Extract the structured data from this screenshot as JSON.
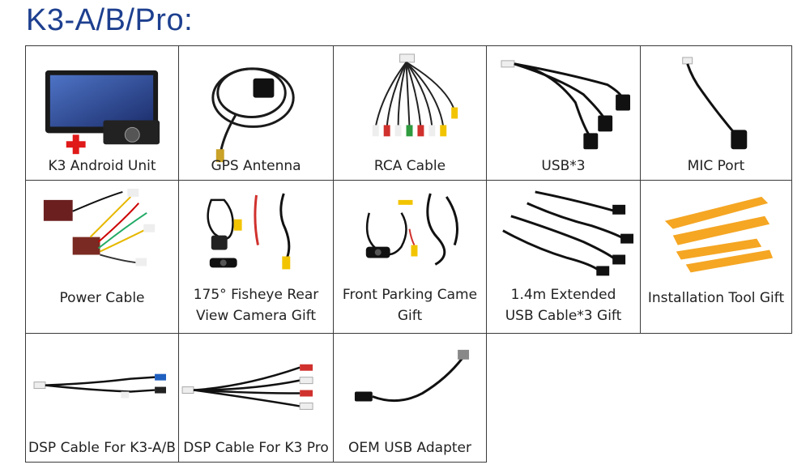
{
  "title": "K3-A/B/Pro:",
  "colors": {
    "title": "#1d3f8f",
    "border": "#3a3a3a",
    "tool": "#f5a623",
    "plug_red": "#d0312d",
    "plug_yellow": "#f2c400",
    "plug_blue": "#1f5fbf"
  },
  "items": [
    {
      "label": "K3 Android Unit",
      "icon": "head-unit-image"
    },
    {
      "label": "GPS Antenna",
      "icon": "gps-antenna-image"
    },
    {
      "label": "RCA Cable",
      "icon": "rca-cable-image"
    },
    {
      "label": "USB*3",
      "icon": "usb-cable-image"
    },
    {
      "label": "MIC Port",
      "icon": "mic-cable-image"
    },
    {
      "label": "Power Cable",
      "icon": "power-cable-image"
    },
    {
      "label_lines": [
        "175° Fisheye Rear",
        "View Camera Gift"
      ],
      "icon": "rear-camera-image"
    },
    {
      "label_lines": [
        "Front Parking Came",
        "Gift"
      ],
      "icon": "front-camera-image"
    },
    {
      "label_lines": [
        "1.4m Extended",
        "USB Cable*3 Gift"
      ],
      "icon": "extended-usb-image"
    },
    {
      "label": "Installation Tool Gift",
      "icon": "pry-tools-image"
    },
    {
      "label": "DSP Cable For K3-A/B",
      "icon": "dsp-cable-ab-image"
    },
    {
      "label": "DSP Cable For K3 Pro",
      "icon": "dsp-cable-pro-image"
    },
    {
      "label": "OEM USB Adapter",
      "icon": "oem-usb-image"
    }
  ]
}
